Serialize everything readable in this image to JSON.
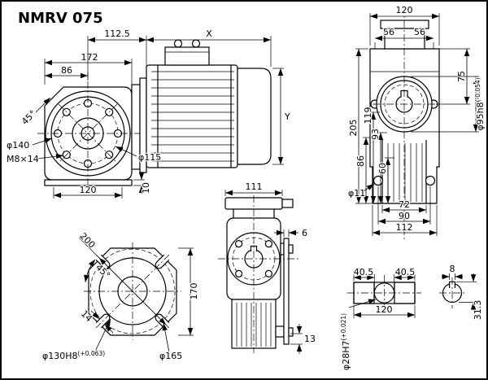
{
  "title": "NMRV 075",
  "front_view": {
    "dim_172": "172",
    "dim_86": "86",
    "dim_112_5": "112.5",
    "dim_x": "X",
    "dim_y": "Y",
    "angle_45": "45°",
    "dia_140": "φ140",
    "thread_m8": "M8×14",
    "dia_115": "φ115",
    "dim_120": "120",
    "dim_10": "10"
  },
  "side_view": {
    "dim_120": "120",
    "dim_56_left": "56",
    "dim_56_right": "56",
    "dim_205": "205",
    "dim_119": "119",
    "dim_93": "93",
    "dim_86": "86",
    "dim_60": "60",
    "dim_75": "75",
    "dia_11": "φ11",
    "dim_72": "72",
    "dim_90": "90",
    "dim_112": "112",
    "dia_95": "φ95h8",
    "dia_95_tol": "(-0.054)"
  },
  "bottom_view": {
    "dim_111": "111",
    "dim_6": "6",
    "dim_13": "13"
  },
  "flange_view": {
    "dim_200": "200",
    "angle_45": "45°",
    "dim_170": "170",
    "dim_14": "14",
    "dia_130": "φ130H8",
    "dia_130_tol": "(+0.063)",
    "dia_165": "φ165"
  },
  "shaft_view": {
    "dim_40_5_left": "40.5",
    "dim_40_5_right": "40.5",
    "dim_8": "8",
    "dim_120": "120",
    "dim_31_3": "31.3",
    "dia_28": "φ28H7",
    "dia_28_tol": "(+0.021)"
  }
}
